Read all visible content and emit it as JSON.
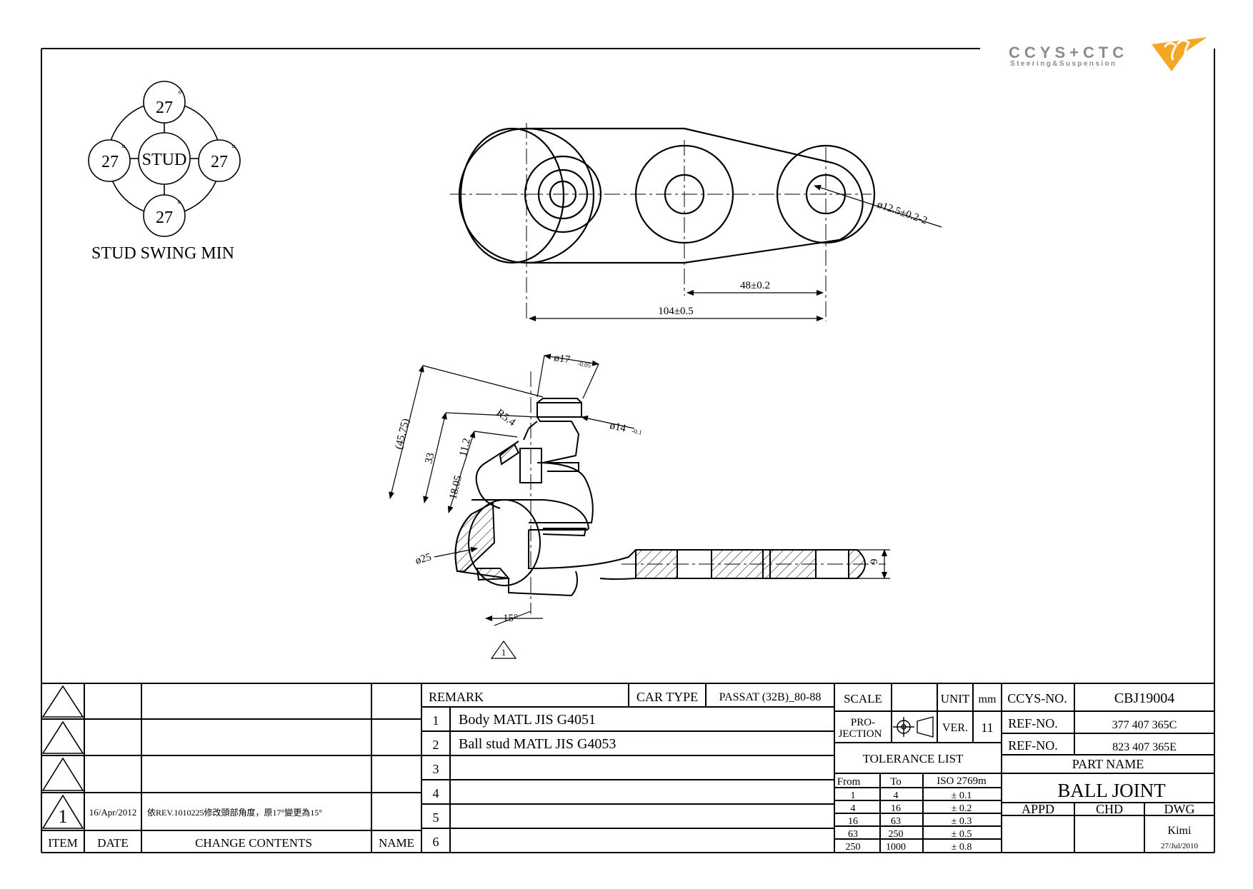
{
  "logo": {
    "brand": "CCYS+CTC",
    "tagline": "Steering&Suspension"
  },
  "swing": {
    "top": "27",
    "left": "27",
    "right": "27",
    "bottom": "27",
    "degree": "°",
    "center": "STUD",
    "caption": "STUD SWING MIN"
  },
  "top_view": {
    "hole_dim": "ø12.5±0.2-2",
    "dim_48": "48±0.2",
    "dim_104": "104±0.5"
  },
  "side_view": {
    "d17": "ø17",
    "d17_tol": "-0.05",
    "d14": "ø14",
    "d14_tol": "-0.1",
    "r54": "R5.4",
    "h4575": "(45.75)",
    "h33": "33",
    "h112": "11.2",
    "h1805": "18.05",
    "d25": "ø25",
    "thick9": "9",
    "angle15": "15°",
    "rev_mark": "1"
  },
  "revision_table": {
    "rows": [
      {
        "date": "",
        "contents": "",
        "name": ""
      },
      {
        "date": "",
        "contents": "",
        "name": ""
      },
      {
        "date": "",
        "contents": "",
        "name": ""
      },
      {
        "mark": "1",
        "date": "16/Apr/2012",
        "contents": "依REV.1010225修改頭部角度，原17°變更為15°",
        "name": ""
      }
    ],
    "headers": {
      "item": "ITEM",
      "date": "DATE",
      "contents": "CHANGE CONTENTS",
      "name": "NAME"
    }
  },
  "remark": {
    "label": "REMARK",
    "car_type_label": "CAR TYPE",
    "car_type": "PASSAT (32B)_80-88",
    "items": [
      {
        "no": "1",
        "text": "Body MATL JIS G4051"
      },
      {
        "no": "2",
        "text": "Ball stud MATL JIS G4053"
      },
      {
        "no": "3",
        "text": ""
      },
      {
        "no": "4",
        "text": ""
      },
      {
        "no": "5",
        "text": ""
      },
      {
        "no": "6",
        "text": ""
      }
    ]
  },
  "title_block": {
    "scale_label": "SCALE",
    "scale": "",
    "unit_label": "UNIT",
    "unit": "mm",
    "projection_label_1": "PRO-",
    "projection_label_2": "JECTION",
    "ver_label": "VER.",
    "ver": "11",
    "tolerance_title": "TOLERANCE LIST",
    "tolerance_headers": {
      "from": "From",
      "to": "To",
      "std": "ISO 2769m"
    },
    "tolerance_rows": [
      {
        "from": "1",
        "to": "4",
        "tol": "± 0.1"
      },
      {
        "from": "4",
        "to": "16",
        "tol": "± 0.2"
      },
      {
        "from": "16",
        "to": "63",
        "tol": "± 0.3"
      },
      {
        "from": "63",
        "to": "250",
        "tol": "± 0.5"
      },
      {
        "from": "250",
        "to": "1000",
        "tol": "± 0.8"
      }
    ],
    "ccys_no_label": "CCYS-NO.",
    "ccys_no": "CBJ19004",
    "ref1_label": "REF-NO.",
    "ref1": "377 407 365C",
    "ref2_label": "REF-NO.",
    "ref2": "823 407 365E",
    "part_name_label": "PART NAME",
    "part_name": "BALL JOINT",
    "appd_label": "APPD",
    "chd_label": "CHD",
    "dwg_label": "DWG",
    "drawer": "Kimi",
    "draw_date": "27/Jul/2010"
  },
  "colors": {
    "line": "#000000",
    "logo_text": "#8c8c8c",
    "logo_accent": "#f5a623"
  }
}
